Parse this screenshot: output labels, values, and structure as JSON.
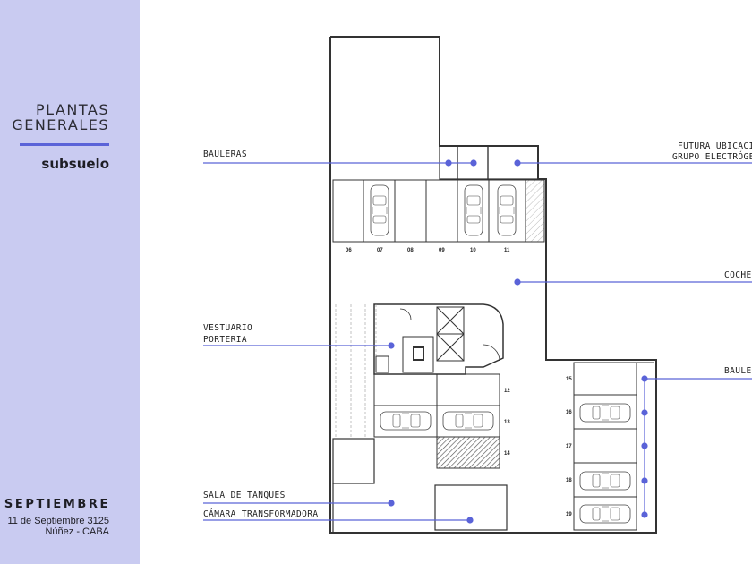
{
  "sidebar": {
    "title_line1": "PLANTAS",
    "title_line2": "GENERALES",
    "subtitle": "subsuelo",
    "project_name": "SEPTIEMBRE",
    "address_line1": "11 de Septiembre 3125",
    "address_line2": "Núñez - CABA"
  },
  "callouts": {
    "bauleras_left": "BAULERAS",
    "futura_line1": "FUTURA UBICACIÓN",
    "futura_line2": "GRUPO ELECTRÓGENO",
    "cocheras": "COCHERAS",
    "vestuario_line1": "VESTUARIO",
    "vestuario_line2": "PORTERIA",
    "bauleras_right": "BAULERAS",
    "sala_tanques": "SALA DE TANQUES",
    "camara": "CÁMARA TRANSFORMADORA"
  },
  "parking_numbers_top": [
    "06",
    "07",
    "08",
    "09",
    "10",
    "11"
  ],
  "parking_numbers_mid": [
    "12",
    "13",
    "14"
  ],
  "parking_numbers_right": [
    "15",
    "16",
    "17",
    "18",
    "19"
  ],
  "colors": {
    "sidebar_bg": "#c9cbf1",
    "accent": "#5a63d8",
    "wall": "#333333"
  }
}
